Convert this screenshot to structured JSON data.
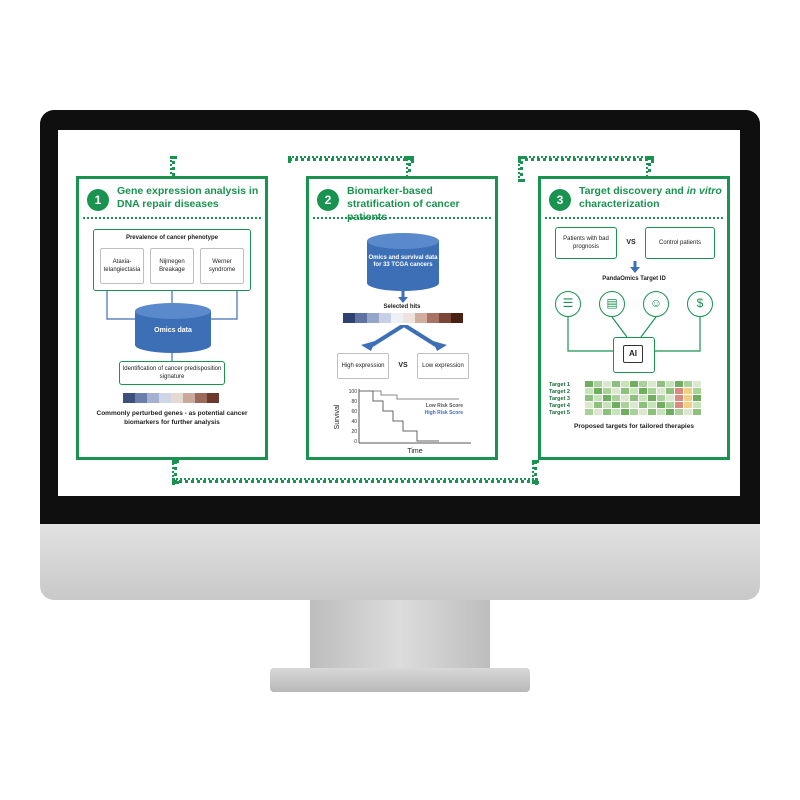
{
  "panel1": {
    "number": "1",
    "title": "Gene expression analysis in DNA repair diseases",
    "box_title": "Prevalence of cancer phenotype",
    "diseases": [
      "Ataxia-telangiectasia",
      "Nijmegen Breakage",
      "Werner syndrome"
    ],
    "database": "Omics data",
    "signature": "Identification of cancer predisposition signature",
    "strip_colors": [
      "#3d4f7c",
      "#6c7fab",
      "#a3b0d0",
      "#cfd6e8",
      "#e6d9d4",
      "#c9a99c",
      "#9a6a5a",
      "#6b3a2c"
    ],
    "caption": "Commonly perturbed genes - as potential cancer biomarkers for further analysis"
  },
  "panel2": {
    "number": "2",
    "title": "Biomarker-based stratification of cancer patients",
    "database": "Omics and survival data for 33 TCGA cancers",
    "selected_label": "Selected hits",
    "strip_colors": [
      "#2e4272",
      "#5f73a3",
      "#95a4c9",
      "#c8d0e6",
      "#eef0f7",
      "#f0e3de",
      "#d1ada0",
      "#a87365",
      "#7a4636",
      "#4a2015"
    ],
    "high": "High expression",
    "vs": "VS",
    "low": "Low expression",
    "chart": {
      "ylabel": "Survival",
      "xlabel": "Time",
      "yticks": [
        "100",
        "80",
        "60",
        "40",
        "20",
        "0"
      ],
      "legend_low": "Low Risk Score",
      "legend_high": "High Risk Score"
    }
  },
  "panel3": {
    "number": "3",
    "title_main": "Target discovery and ",
    "title_italic": "in vitro",
    "title_end": "characterization",
    "patients_bad": "Patients with bad prognosis",
    "vs": "VS",
    "control": "Control patients",
    "tool": "PandaOmics Target ID",
    "ai": "AI",
    "targets": [
      "Target 1",
      "Target 2",
      "Target 3",
      "Target 4",
      "Target 5"
    ],
    "caption": "Proposed targets for tailored therapies",
    "icons": [
      "layers-icon",
      "document-icon",
      "people-icon",
      "money-bag-icon"
    ]
  },
  "colors": {
    "green": "#1a9250",
    "blue": "#3d6fb6"
  }
}
